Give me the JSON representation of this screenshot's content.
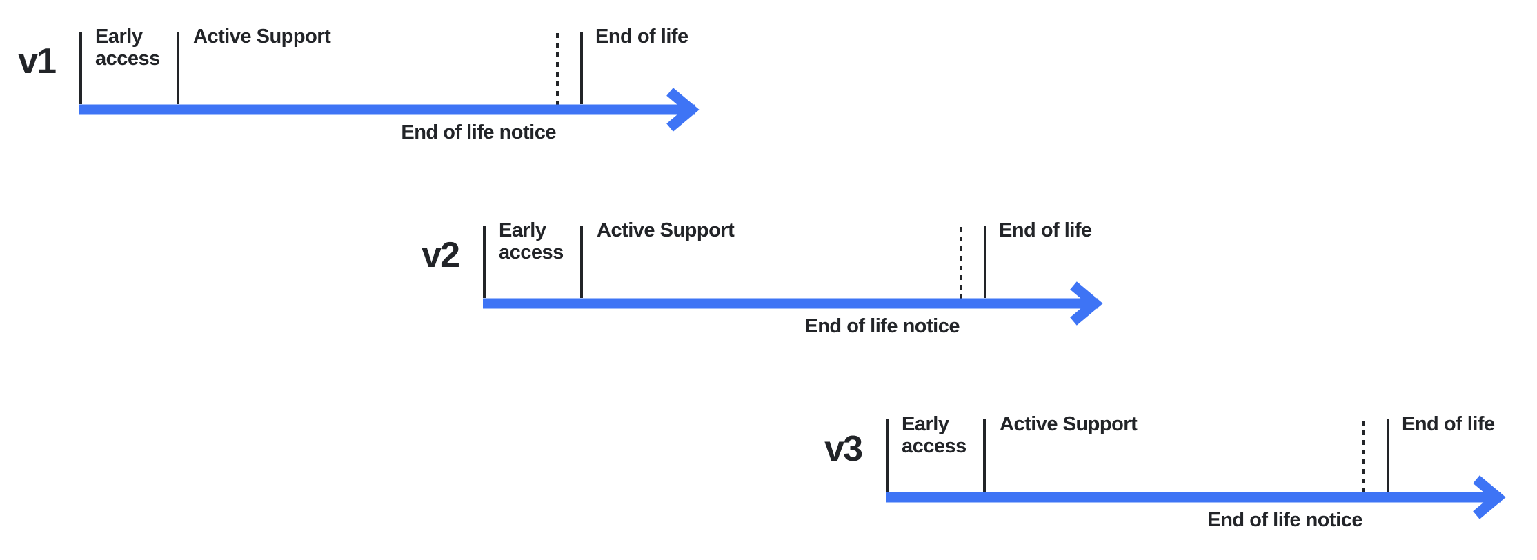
{
  "colors": {
    "arrow": "#3e74f5",
    "ink": "#222428",
    "background": "#ffffff"
  },
  "timelines": [
    {
      "version": "v1",
      "phases": {
        "early_access": "Early access",
        "active_support": "Active Support",
        "end_of_life": "End of life"
      },
      "notice": "End of life notice"
    },
    {
      "version": "v2",
      "phases": {
        "early_access": "Early access",
        "active_support": "Active Support",
        "end_of_life": "End of life"
      },
      "notice": "End of life notice"
    },
    {
      "version": "v3",
      "phases": {
        "early_access": "Early access",
        "active_support": "Active Support",
        "end_of_life": "End of life"
      },
      "notice": "End of life notice"
    }
  ]
}
